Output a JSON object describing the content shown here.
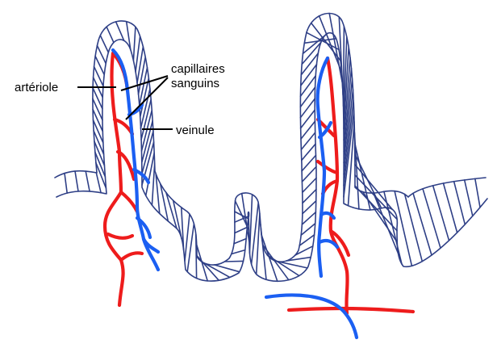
{
  "labels": {
    "arteriole": "artériole",
    "capillaires_line1": "capillaires",
    "capillaires_line2": "sanguins",
    "veinule": "veinule"
  },
  "colors": {
    "epithelium": "#2e3f86",
    "arterial": "#ee1c1c",
    "venous": "#1b5ff2",
    "background": "#ffffff"
  }
}
